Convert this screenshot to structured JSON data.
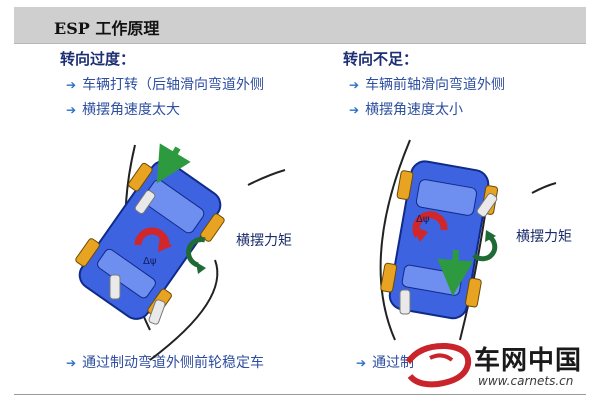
{
  "header": {
    "title": "ESP 工作原理"
  },
  "left": {
    "title": "转向过度：",
    "bullets": [
      "车辆打转（后轴滑向弯道外侧",
      "横摆角速度太大"
    ],
    "side_label": "横摆力矩",
    "delta_label": "Δψ",
    "bottom_note": "通过制动弯道外侧前轮稳定车"
  },
  "right": {
    "title": "转向不足：",
    "bullets": [
      "车辆前轴滑向弯道外侧",
      "横摆角速度太小"
    ],
    "side_label": "横摆力矩",
    "delta_label": "Δψ",
    "bottom_note": "通过制"
  },
  "watermark": {
    "brand": "车网中国",
    "url": "www.carnets.cn"
  },
  "colors": {
    "car_body": "#3d63e0",
    "arrow_red": "#d1262a",
    "arrow_green": "#2d9a3f",
    "wheel_orange": "#e7a321",
    "accent_blue": "#2b6fc9"
  }
}
